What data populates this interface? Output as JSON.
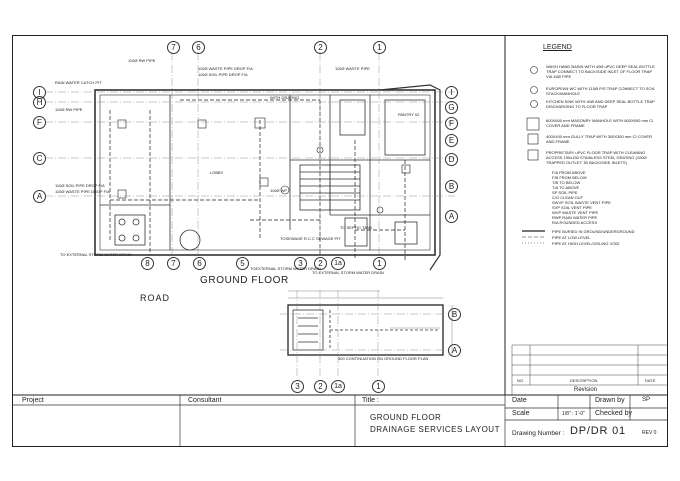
{
  "drawing": {
    "plan_title": "GROUND FLOOR",
    "road_label": "ROAD",
    "grid_top": [
      "7",
      "6",
      "2",
      "1"
    ],
    "grid_bottom": [
      "8",
      "7",
      "6",
      "5",
      "3",
      "2",
      "1a",
      "1"
    ],
    "grid_left": [
      "I",
      "H",
      "F",
      "C",
      "A"
    ],
    "grid_right": [
      "I",
      "G",
      "F",
      "E",
      "D",
      "B",
      "A"
    ],
    "grid_lower_bottom": [
      "3",
      "2",
      "1a",
      "1"
    ],
    "grid_lower_right": [
      "B",
      "A"
    ],
    "notes": {
      "n1": "110Ø RW PIPE",
      "n2": "110Ø WASTE PIPE DROP F/A",
      "n3": "110Ø SOIL PIPE DROP F/A",
      "n4": "110Ø WASTE PIPE",
      "n5": "RAIN WATER CATCH PIT",
      "n6": "WITH GRATING",
      "n7": "PANTRY 02",
      "n8": "LOBBY",
      "n9": "110Ø WP",
      "n10": "TO EXTERNAL STORM WATER DRAIN",
      "n11": "TOEXTERNAL STORM WATER DRAIN",
      "n12": "TO EXTERNAL STORM WATER DRAIN",
      "n13": "TOSEWAGE R.C.C SEWAGE PIT",
      "n14": "TO SEPTIC TANK",
      "n15": "300 CONTINUATION ON GROUND FLOOR PLAN",
      "n16": "110Ø SOIL PIPE DROP F/A",
      "n17": "110Ø WASTE PIPE DROP F/A",
      "n18": "110Ø RW PIPE"
    }
  },
  "legend": {
    "title": "LEGEND",
    "items": [
      "WASH HAND BASIN WITH 40Ø uPVC DEEP SEAL BOTTLE TRAP CONNECT TO BACK/SIDE INLET OF FLOOR TRAP VIA 40Ø PIPE",
      "EUROPEAN WC WITH 110Ø P/S TRAP CONNECT TO SOIL STACK/MANHOLE",
      "KITCHEN SINK WITH 40Ø AND DEEP SEAL BOTTLE TRAP DISCHARGING TO FLOOR TRAP",
      "600X600 mm MASONRY MANHOLE WITH 600X600 mm CI COVER AND FRAME",
      "400X400 mm GULLY TRAP WITH 300X300 mm CI COVER AND FRAME",
      "PROPRIETARY uPVC FLOOR TRAP WITH CLEANING ACCESS 150x150 STAINLESS STEEL GRATING (100Ø TRAPPED OUTLET, 50 BACK/SIDE INLETS)"
    ],
    "abbrev": [
      "F/A  FROM ABOVE",
      "F/B  FROM BELOW",
      "T/B  TO BELOW",
      "T/A  TO ABOVE",
      "SP   SOIL PIPE",
      "C/O  CLEAN OUT",
      "SWVP SOIL WASTE VENT PIPE",
      "SVP  SOIL VENT PIPE",
      "WVP  WASTE VENT PIPE",
      "RWP  RAIN WATER PIPE",
      "R/A  ROUNDED ACCESS"
    ],
    "lines": [
      "PIPE BURIED IN GROUND/UNDERGROUND",
      "PIPE AT LOW LEVEL",
      "PIPE AT HIGH LEVEL/CEILING VOID"
    ]
  },
  "revision": {
    "headers": [
      "NO.",
      "DESCRIPTION",
      "DATE"
    ],
    "label": "Revision"
  },
  "title_block": {
    "project_label": "Project",
    "consultant_label": "Consultant",
    "title_label": "Title :",
    "title_line1": "GROUND FLOOR",
    "title_line2": "DRAINAGE SERVICES LAYOUT",
    "date_label": "Date",
    "drawn_by_label": "Drawn by",
    "drawn_by_value": "SP",
    "scale_label": "Scale",
    "scale_value": "1/8\" : 1'-0\"",
    "checked_by_label": "Checked by",
    "drawing_number_label": "Drawing Number :",
    "drawing_number_value": "DP/DR 01",
    "rev_label": "REV 0"
  }
}
